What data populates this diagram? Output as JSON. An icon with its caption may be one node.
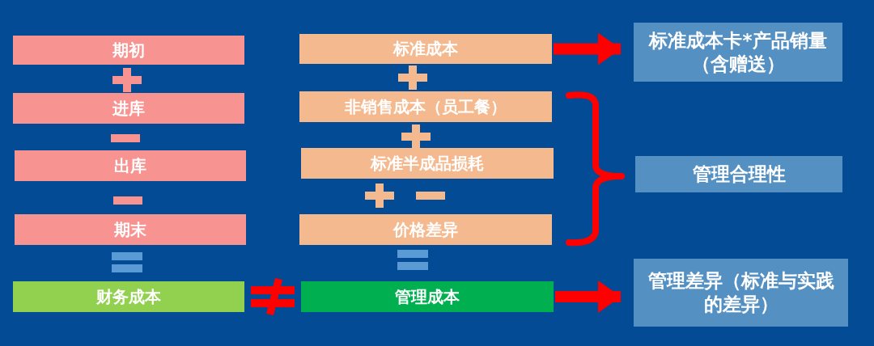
{
  "diagram": {
    "nodes": [
      {
        "text": [
          "期初"
        ]
      },
      {
        "text": [
          "进库"
        ]
      },
      {
        "text": [
          "出库"
        ]
      },
      {
        "text": [
          "期末"
        ]
      },
      {
        "text": [
          "财务成本"
        ]
      },
      {
        "text": [
          "标准成本"
        ]
      },
      {
        "text": [
          "非销售成本（员工餐）"
        ]
      },
      {
        "text": [
          "标准半成品损耗"
        ]
      },
      {
        "text": [
          "价格差异"
        ]
      },
      {
        "text": [
          "管理成本"
        ]
      },
      {
        "text": [
          "标准成本卡*产品销量（含赠送）"
        ]
      },
      {
        "text": [
          "管理合理性"
        ]
      },
      {
        "text": [
          "管理差异（标准与实践的差异）"
        ]
      }
    ],
    "edges": [
      {
        "from": 5,
        "to": 10,
        "arrow": "to"
      },
      {
        "from": 9,
        "to": 12,
        "arrow": "to"
      }
    ]
  }
}
